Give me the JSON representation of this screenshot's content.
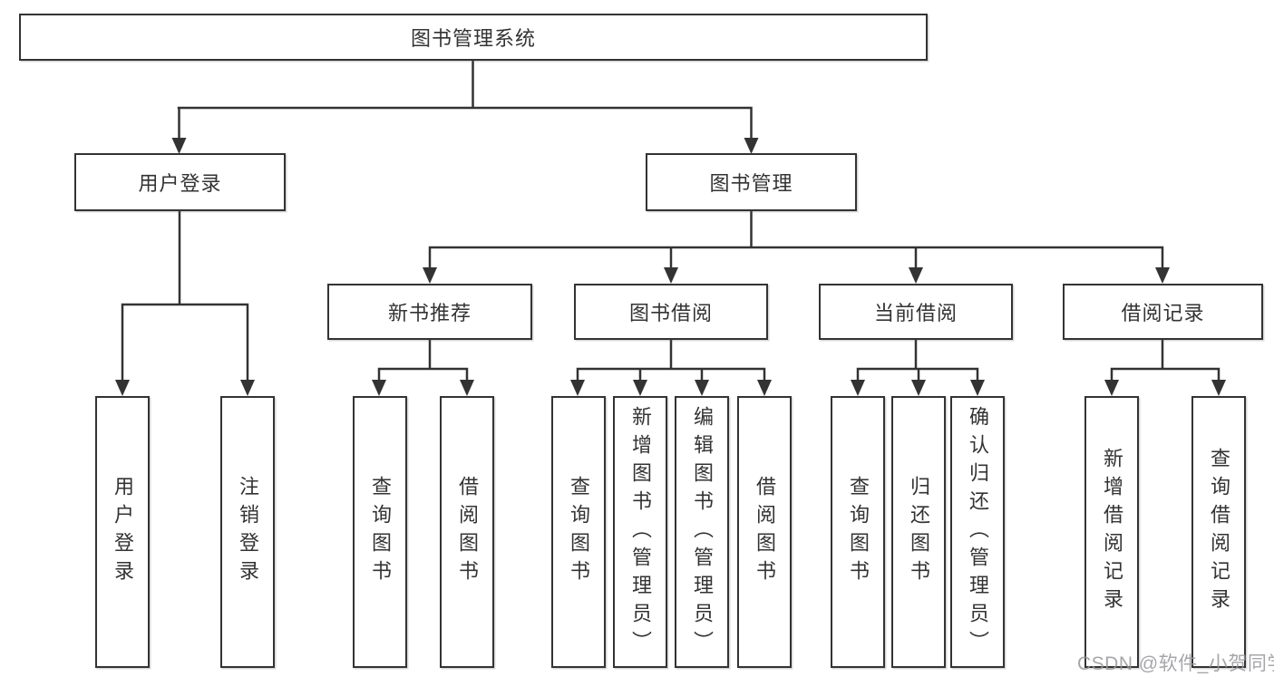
{
  "tree": {
    "root": "图书管理系统",
    "branches": [
      {
        "label": "用户登录",
        "children": [
          "用户登录",
          "注销登录"
        ]
      },
      {
        "label": "图书管理",
        "sections": [
          {
            "label": "新书推荐",
            "children": [
              "查询图书",
              "借阅图书"
            ]
          },
          {
            "label": "图书借阅",
            "children": [
              "查询图书",
              "新增图书（管理员）",
              "编辑图书（管理员）",
              "借阅图书"
            ]
          },
          {
            "label": "当前借阅",
            "children": [
              "查询图书",
              "归还图书",
              "确认归还（管理员）"
            ]
          },
          {
            "label": "借阅记录",
            "children": [
              "新增借阅记录",
              "查询借阅记录"
            ]
          }
        ]
      }
    ]
  },
  "watermark": "CSDN @软件_小贺同学",
  "colors": {
    "line": "#333333",
    "text": "#333333",
    "watermark": "#96969b",
    "background": "#ffffff"
  }
}
